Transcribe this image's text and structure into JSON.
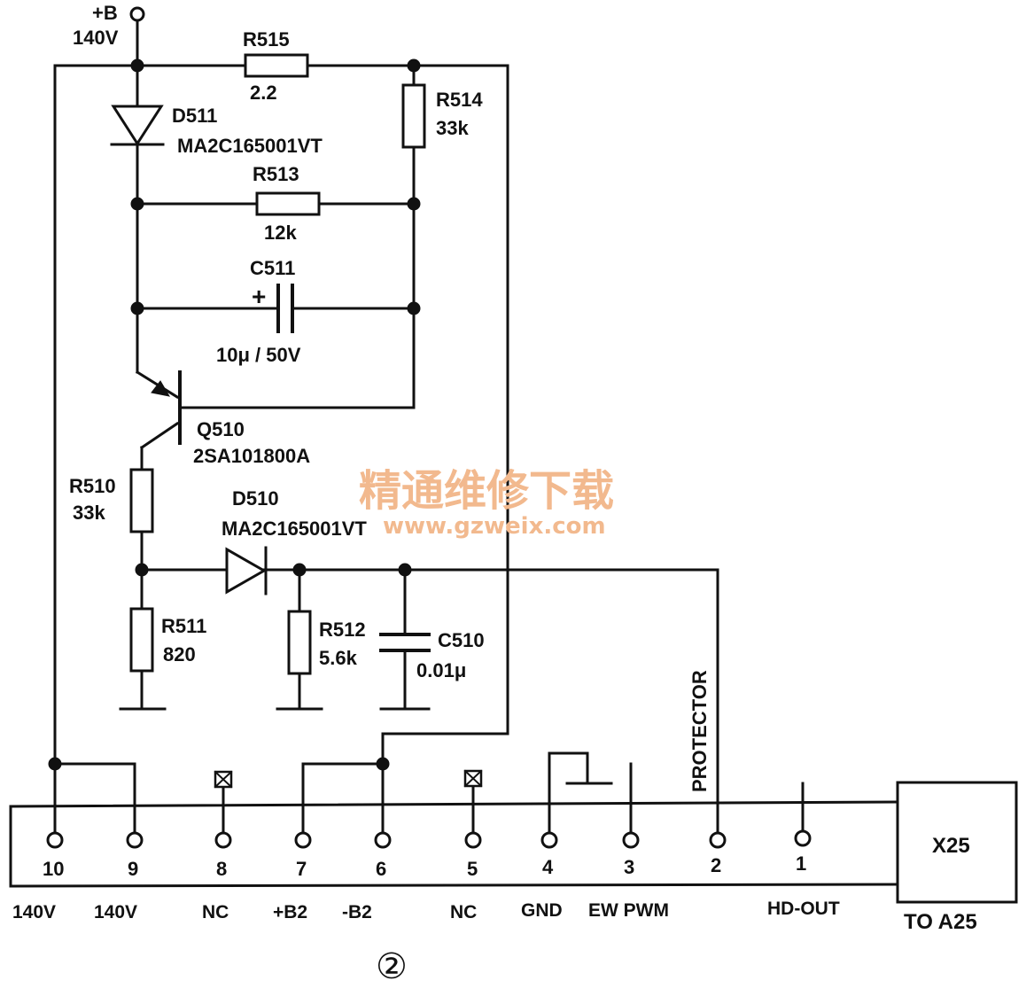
{
  "supply": {
    "name": "+B",
    "voltage": "140V"
  },
  "components": {
    "r515": {
      "ref": "R515",
      "value": "2.2"
    },
    "r514": {
      "ref": "R514",
      "value": "33k"
    },
    "d511": {
      "ref": "D511",
      "part": "MA2C165001VT"
    },
    "r513": {
      "ref": "R513",
      "value": "12k"
    },
    "c511": {
      "ref": "C511",
      "value": "10μ / 50V",
      "polarity": "+"
    },
    "q510": {
      "ref": "Q510",
      "part": "2SA101800A"
    },
    "r510": {
      "ref": "R510",
      "value": "33k"
    },
    "d510": {
      "ref": "D510",
      "part": "MA2C165001VT"
    },
    "r511": {
      "ref": "R511",
      "value": "820"
    },
    "r512": {
      "ref": "R512",
      "value": "5.6k"
    },
    "c510": {
      "ref": "C510",
      "value": "0.01μ"
    }
  },
  "protector_label": "PROTECTOR",
  "connector": {
    "pins": [
      {
        "num": "10",
        "name": "140V"
      },
      {
        "num": "9",
        "name": "140V"
      },
      {
        "num": "8",
        "name": "NC"
      },
      {
        "num": "7",
        "name": "+B2"
      },
      {
        "num": "6",
        "name": "-B2"
      },
      {
        "num": "5",
        "name": "NC"
      },
      {
        "num": "4",
        "name": "GND"
      },
      {
        "num": "3",
        "name": "EW PWM"
      },
      {
        "num": "2",
        "name": ""
      },
      {
        "num": "1",
        "name": "HD-OUT"
      }
    ],
    "target": {
      "name": "X25",
      "note": "TO A25"
    }
  },
  "figure_number": "②",
  "watermark": {
    "cn": "精通维修下载",
    "url": "www.gzweix.com"
  },
  "colors": {
    "ink": "#111111",
    "watermark": "#f2b98e"
  }
}
